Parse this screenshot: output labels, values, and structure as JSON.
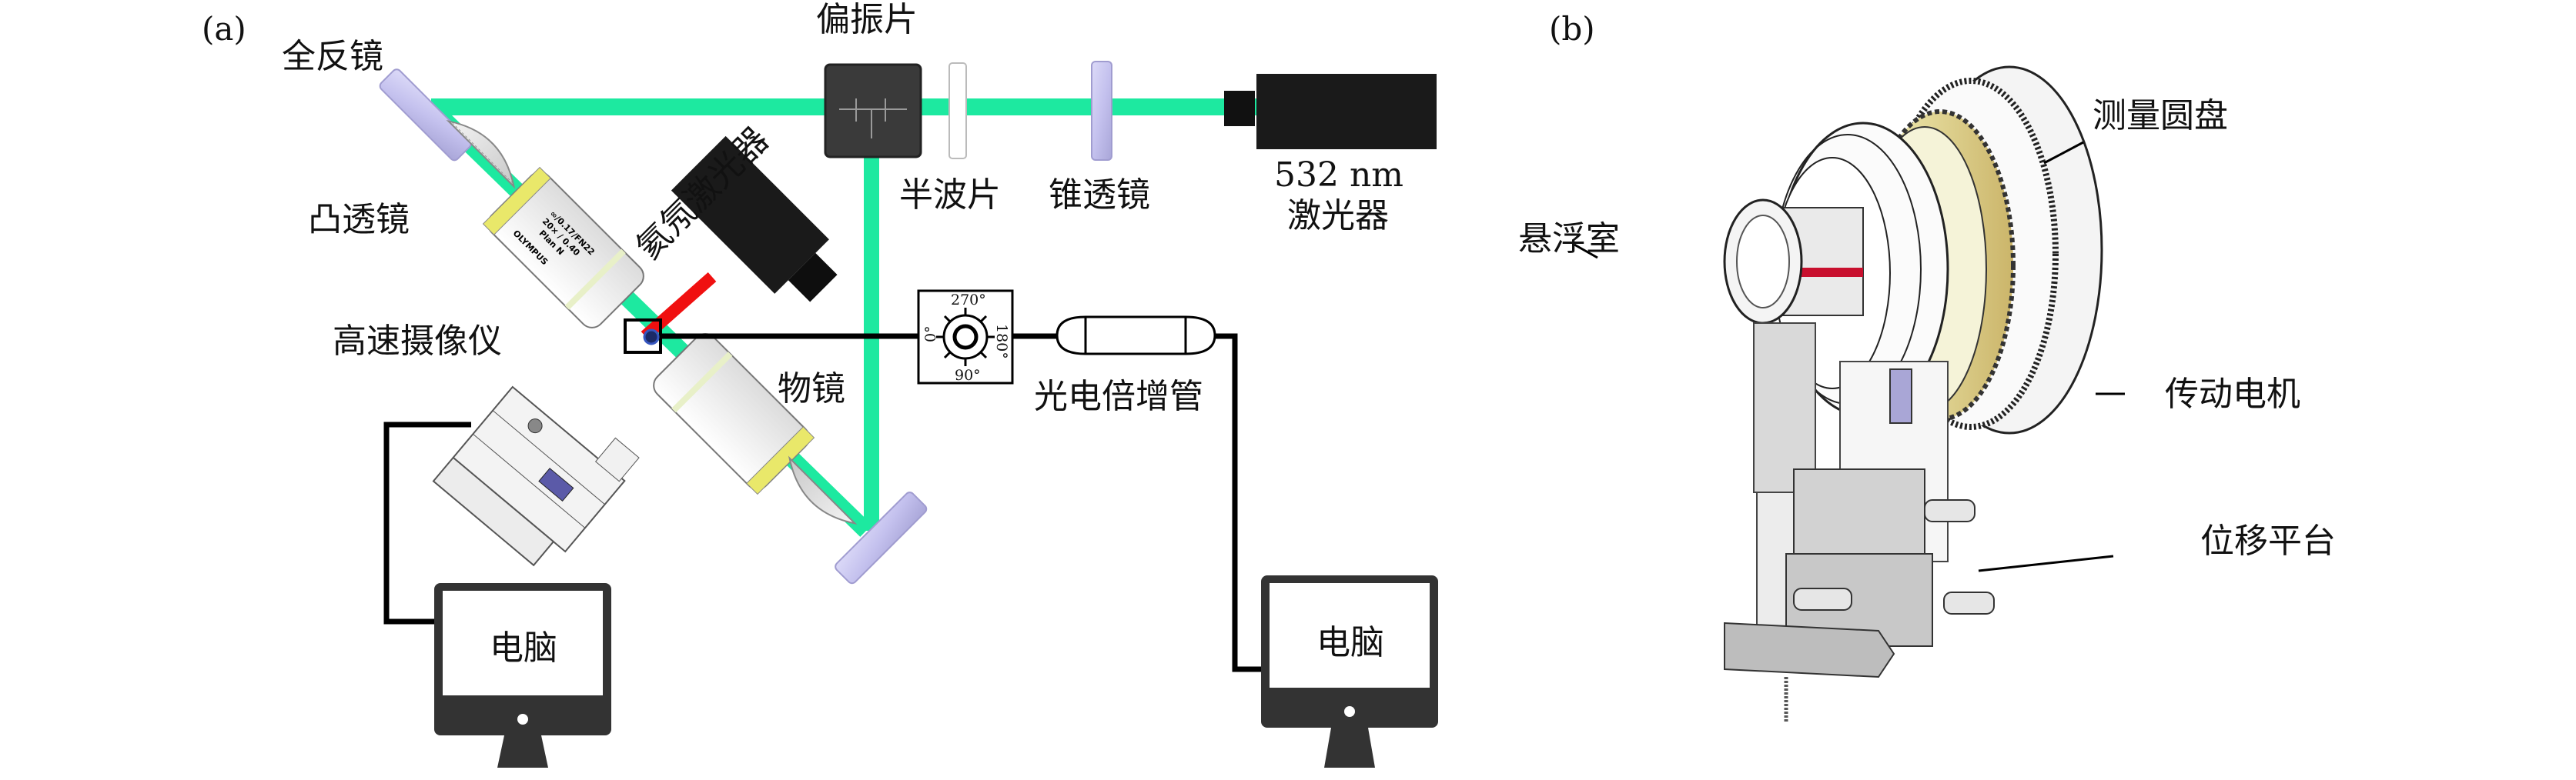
{
  "panel_a": {
    "label": "(a)",
    "components": {
      "full_mirror": "全反镜",
      "polarizer": "偏振片",
      "half_wave_plate": "半波片",
      "axicon": "锥透镜",
      "laser_532_line1": "532 nm",
      "laser_532_line2": "激光器",
      "convex_lens": "凸透镜",
      "hene_laser": "氦氖激光器",
      "high_speed_camera": "高速摄像仪",
      "objective": "物镜",
      "photomultiplier": "光电倍增管",
      "computer_left": "电脑",
      "computer_right": "电脑"
    },
    "objective_markings": {
      "brand": "OLYMPUS",
      "model": "Plan N",
      "magnification": "20× / 0.40",
      "spec": "∞/0.17/FN22"
    },
    "rotation_stage": {
      "top": "270°",
      "bottom": "90°",
      "left": "0°",
      "right": "180°"
    },
    "colors": {
      "green_beam": "#1de9a0",
      "red_beam": "#f01010",
      "mirror": "#c9c6f0",
      "laser_body": "#1a1a1a",
      "polarizer_body": "#3a3a3a",
      "wire": "#000000",
      "monitor": "#333333"
    }
  },
  "panel_b": {
    "label": "(b)",
    "components": {
      "measuring_disk": "测量圆盘",
      "levitation_chamber": "悬浮室",
      "drive_motor": "传动电机",
      "displacement_stage": "位移平台"
    }
  }
}
